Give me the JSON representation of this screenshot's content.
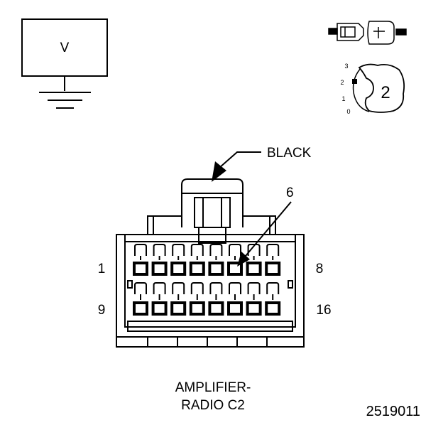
{
  "meter": {
    "label": "V"
  },
  "callouts": {
    "wire_color": "BLACK",
    "pointed_pin": "6"
  },
  "pin_labels": {
    "top_left": "1",
    "top_right": "8",
    "bottom_left": "9",
    "bottom_right": "16"
  },
  "caption": {
    "line1": "AMPLIFIER-",
    "line2": "RADIO C2"
  },
  "figure_id": "2519011",
  "dial_icon": {
    "number": "2",
    "scale": [
      "3",
      "2",
      "1",
      "0"
    ]
  }
}
